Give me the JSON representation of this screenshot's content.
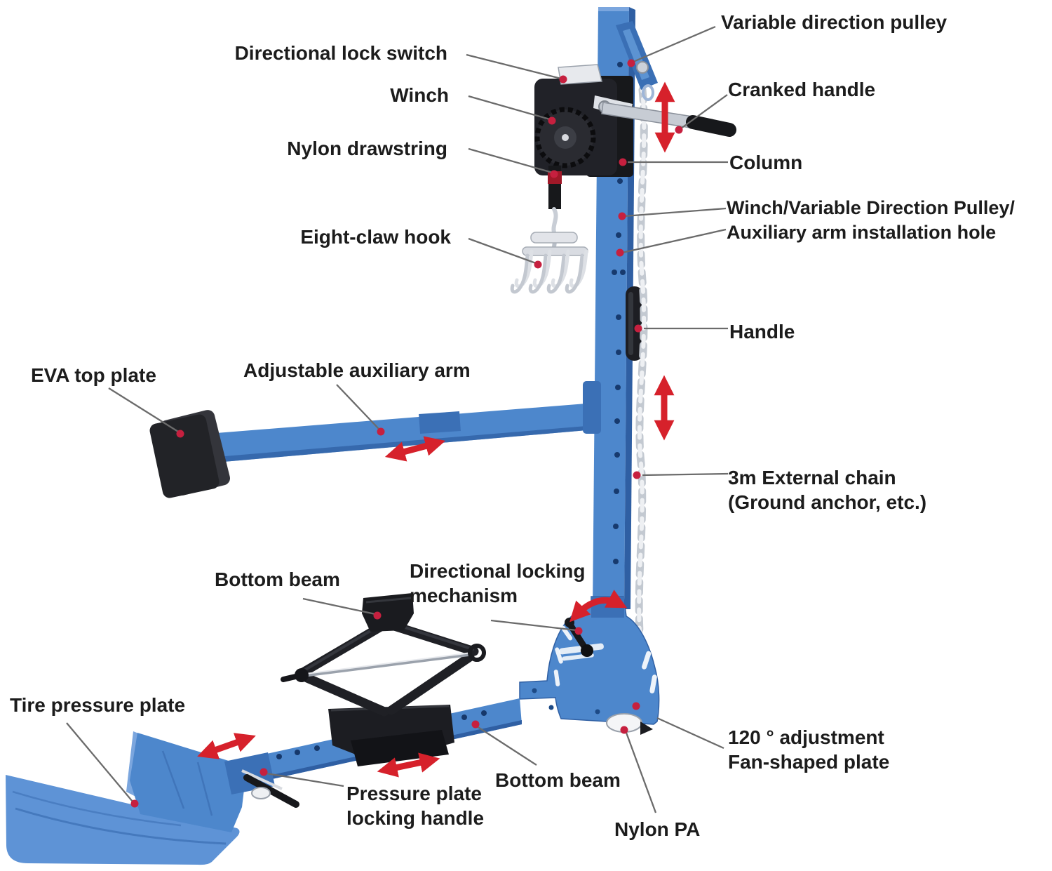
{
  "diagram": {
    "kind": "labeled-product-diagram",
    "callouts": {
      "directional_lock_switch": {
        "text": "Directional lock switch"
      },
      "winch": {
        "text": "Winch"
      },
      "nylon_drawstring": {
        "text": "Nylon drawstring"
      },
      "eight_claw_hook": {
        "text": "Eight-claw hook"
      },
      "eva_top_plate": {
        "text": "EVA top plate"
      },
      "adjustable_auxiliary_arm": {
        "text": "Adjustable auxiliary arm"
      },
      "variable_direction_pulley": {
        "text": "Variable direction pulley"
      },
      "cranked_handle": {
        "text": "Cranked handle"
      },
      "column": {
        "text": "Column"
      },
      "installation_hole": {
        "line1": "Winch/Variable Direction Pulley/",
        "line2": "Auxiliary arm installation hole"
      },
      "handle": {
        "text": "Handle"
      },
      "external_chain": {
        "line1": "3m External chain",
        "line2": "(Ground anchor, etc.)"
      },
      "bottom_beam_upper": {
        "text": "Bottom beam"
      },
      "directional_locking_mechanism": {
        "line1": "Directional locking",
        "line2": "mechanism"
      },
      "tire_pressure_plate": {
        "text": "Tire pressure plate"
      },
      "fan_shaped_plate": {
        "line1": "120 ° adjustment",
        "line2": "Fan-shaped plate"
      },
      "pressure_plate_locking_handle": {
        "line1": "Pressure plate",
        "line2": "locking handle"
      },
      "bottom_beam_lower": {
        "text": "Bottom beam"
      },
      "nylon_pa": {
        "text": "Nylon PA"
      }
    },
    "motion_indicators": [
      {
        "icon": "arrow-up-down-icon",
        "location": "beside cranked handle"
      },
      {
        "icon": "arrow-up-down-icon",
        "location": "beside external chain"
      },
      {
        "icon": "arrow-left-right-icon",
        "location": "on adjustable auxiliary arm"
      },
      {
        "icon": "arrow-rotate-icon",
        "location": "above fan-shaped plate"
      },
      {
        "icon": "arrow-left-right-icon",
        "location": "on tire pressure plate"
      },
      {
        "icon": "arrow-left-right-icon",
        "location": "under jack slide mount"
      }
    ],
    "colors": {
      "machine_blue": "#4d87cc",
      "machine_blue_dark": "#2f5fa3",
      "machine_blue_light": "#7ba6de",
      "black_parts": "#1d1e23",
      "silver": "#ccd1d9",
      "chain": "#c3c9d1",
      "arrow_red": "#d6212b",
      "pointer_dot_red": "#c6203f",
      "leader_line_gray": "#6b6b6b",
      "label_text": "#1c1c1c",
      "background": "#ffffff"
    }
  }
}
